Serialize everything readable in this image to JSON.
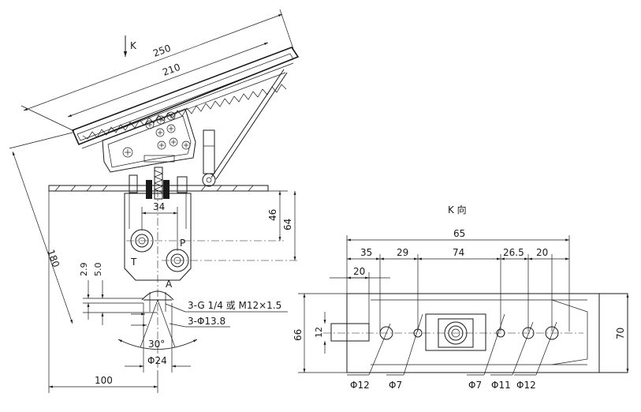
{
  "views": {
    "main": {
      "view_arrow_label": "K",
      "dimensions": {
        "pedal_total_length": "250",
        "pedal_tread_length": "210",
        "diagonal_height": "180",
        "port_spacing": "34",
        "port_p_height": "46",
        "total_body_height": "64",
        "small_height_a": "2.9",
        "small_height_b": "5.0",
        "cone_angle": "30°",
        "bottom_diameter": "Φ24",
        "horizontal_offset": "100"
      },
      "port_labels": {
        "t": "T",
        "p": "P",
        "a": "A"
      },
      "callouts": {
        "thread_spec": "3-G 1/4 或 M12×1.5",
        "counterbore_spec": "3-Φ13.8"
      }
    },
    "k_view": {
      "title": "K 向",
      "dimensions": {
        "overall_length": "65",
        "d_35": "35",
        "d_29": "29",
        "d_74": "74",
        "d_26_5": "26.5",
        "d_20_right": "20",
        "d_20_left": "20",
        "height_66": "66",
        "height_70": "70",
        "height_12": "12"
      },
      "hole_labels": [
        "Φ12",
        "Φ7",
        "Φ7",
        "Φ11",
        "Φ12"
      ]
    }
  }
}
